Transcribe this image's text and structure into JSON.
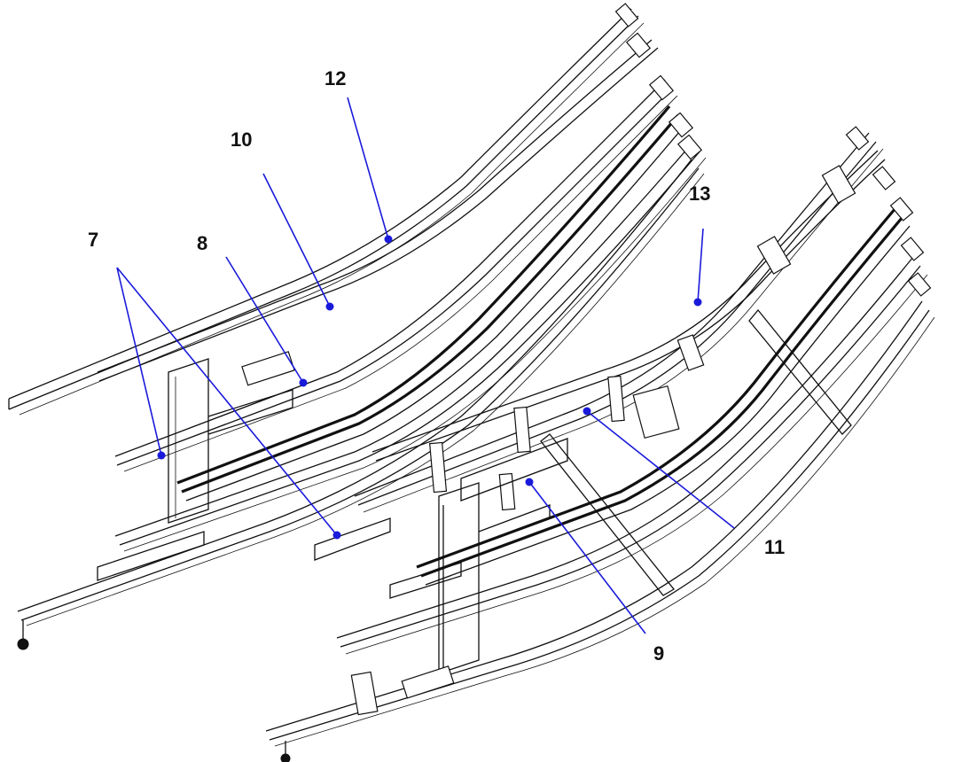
{
  "diagram": {
    "leader_color": "#1a1adb",
    "line_color": "#111111",
    "background": "#ffffff",
    "labels": [
      {
        "id": "7",
        "text": "7"
      },
      {
        "id": "8",
        "text": "8"
      },
      {
        "id": "9",
        "text": "9"
      },
      {
        "id": "10",
        "text": "10"
      },
      {
        "id": "11",
        "text": "11"
      },
      {
        "id": "12",
        "text": "12"
      },
      {
        "id": "13",
        "text": "13"
      }
    ]
  }
}
